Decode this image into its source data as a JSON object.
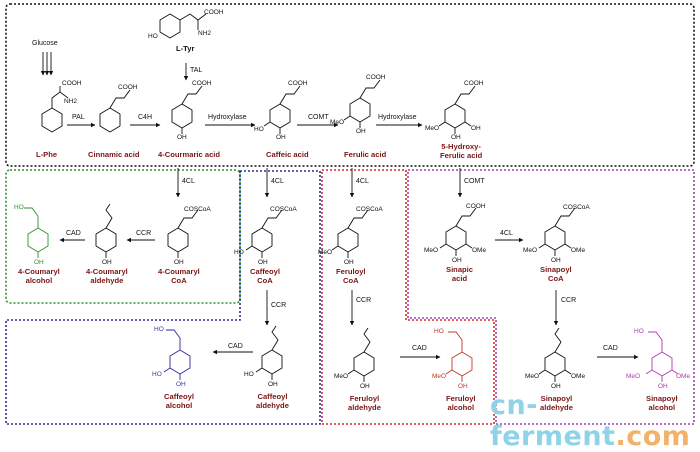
{
  "compounds": {
    "glucose": "Glucose",
    "ltyr": "L-Tyr",
    "lphe": "L-Phe",
    "cinnamic": "Cinnamic acid",
    "coumaric": "4-Courmaric acid",
    "caffeic": "Caffeic acid",
    "ferulic": "Ferulic acid",
    "hydroxyferulic": "5-Hydroxy-\nFerulic acid",
    "coumaryl_alcohol": "4-Coumaryl\nalcohol",
    "coumaryl_aldehyde": "4-Coumaryl\naldehyde",
    "coumaryl_coa": "4-Coumaryl\nCoA",
    "caffeoyl_coa": "Caffeoyl\nCoA",
    "feruloyl_coa": "Feruloyl\nCoA",
    "sinapic": "Sinapic\nacid",
    "sinapoyl_coa": "Sinapoyl\nCoA",
    "caffeoyl_alcohol": "Caffeoyl\nalcohol",
    "caffeoyl_aldehyde": "Caffeoyl\naldehyde",
    "feruloyl_aldehyde": "Feruloyl\naldehyde",
    "feruloyl_alcohol": "Feruloyl\nalcohol",
    "sinapoyl_aldehyde": "Sinapoyl\naldehyde",
    "sinapoyl_alcohol": "Sinapoyl\nalcohol"
  },
  "enzymes": {
    "tal": "TAL",
    "pal": "PAL",
    "c4h": "C4H",
    "hydroxylase1": "Hydroxylase",
    "comt1": "COMT",
    "hydroxylase2": "Hydroxylase",
    "cl4_a": "4CL",
    "cl4_b": "4CL",
    "cl4_c": "4CL",
    "comt2": "COMT",
    "cl4_d": "4CL",
    "ccr_a": "CCR",
    "cad_a": "CAD",
    "ccr_b": "CCR",
    "cad_b": "CAD",
    "ccr_c": "CCR",
    "cad_c": "CAD",
    "ccr_d": "CCR",
    "cad_d": "CAD"
  },
  "groups": {
    "cooh": "COOH",
    "nh2": "NH2",
    "ho": "HO",
    "oh": "OH",
    "meo": "MeO",
    "ome": "OMe",
    "coscoa": "COSCoA"
  },
  "watermark": {
    "part1": "cn-ferment",
    "part2": ".com"
  },
  "colors": {
    "main_box": "#111111",
    "green": "#2f8f2f",
    "blue": "#2a2a9a",
    "red": "#d42a2a",
    "magenta": "#a040b0",
    "label_dark_red": "#7a1414"
  }
}
